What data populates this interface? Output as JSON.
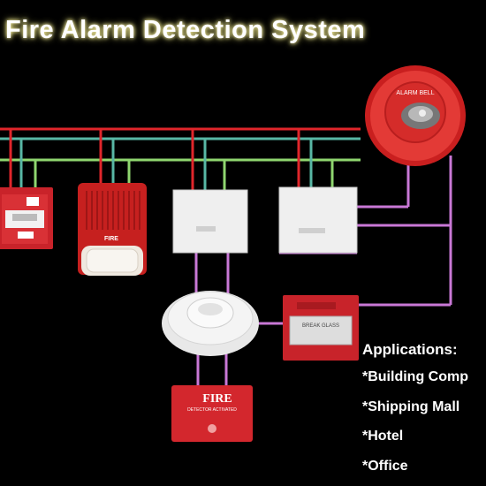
{
  "title": "Fire Alarm Detection System",
  "colors": {
    "background": "#000000",
    "bus_red": "#e0262b",
    "bus_teal": "#58b7a5",
    "bus_green": "#8fd66f",
    "bus_purple": "#c978d6",
    "device_red": "#d42a2a",
    "device_white": "#f1f1f1"
  },
  "devices": {
    "alarm_bell": {
      "icon": "alarm-bell-icon",
      "text": "ALARM BELL"
    },
    "manual_call_point": {
      "icon": "manual-call-point-icon"
    },
    "strobe_sounder": {
      "icon": "strobe-sounder-icon",
      "label": "FIRE"
    },
    "module_1": {
      "icon": "control-module-icon"
    },
    "module_2": {
      "icon": "control-module-icon"
    },
    "smoke_detector": {
      "icon": "smoke-detector-icon"
    },
    "break_glass": {
      "icon": "break-glass-icon",
      "label": "BREAK GLASS"
    },
    "fire_indicator": {
      "icon": "fire-indicator-icon",
      "label": "FIRE",
      "sublabel": "DETECTOR ACTIVATED"
    }
  },
  "applications": {
    "heading": "Applications:",
    "items": [
      "*Building Comp",
      "*Shipping Mall",
      "*Hotel",
      "*Office"
    ]
  }
}
